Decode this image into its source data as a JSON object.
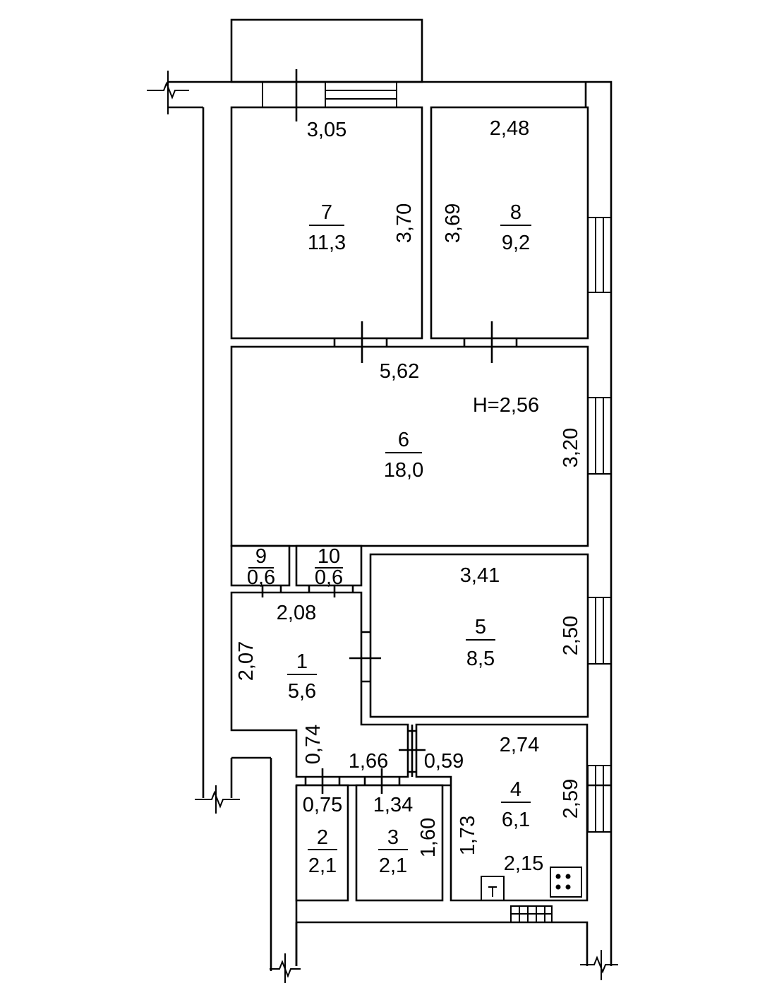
{
  "plan": {
    "height_label": "H=2,56",
    "rooms": [
      {
        "id": "1",
        "number": "1",
        "area": "5,6"
      },
      {
        "id": "2",
        "number": "2",
        "area": "2,1"
      },
      {
        "id": "3",
        "number": "3",
        "area": "2,1"
      },
      {
        "id": "4",
        "number": "4",
        "area": "6,1"
      },
      {
        "id": "5",
        "number": "5",
        "area": "8,5"
      },
      {
        "id": "6",
        "number": "6",
        "area": "18,0"
      },
      {
        "id": "7",
        "number": "7",
        "area": "11,3"
      },
      {
        "id": "8",
        "number": "8",
        "area": "9,2"
      },
      {
        "id": "9",
        "number": "9",
        "area": "0,6"
      },
      {
        "id": "10",
        "number": "10",
        "area": "0,6"
      }
    ],
    "dimensions": {
      "r7_width": "3,05",
      "r7_height": "3,70",
      "r8_width": "2,48",
      "r8_height": "3,69",
      "r6_width": "5,62",
      "r6_height": "3,20",
      "r5_width": "3,41",
      "r5_height": "2,50",
      "r1_width": "2,08",
      "r1_height": "2,07",
      "r1_neck_height": "0,74",
      "r1_neck_width": "1,66",
      "door_0_59": "0,59",
      "r4_width_top": "2,74",
      "r4_height_right": "2,59",
      "r4_height_left": "1,73",
      "r4_width_bottom": "2,15",
      "r2_width": "0,75",
      "r3_width": "1,34",
      "r3_height": "1,60"
    }
  }
}
